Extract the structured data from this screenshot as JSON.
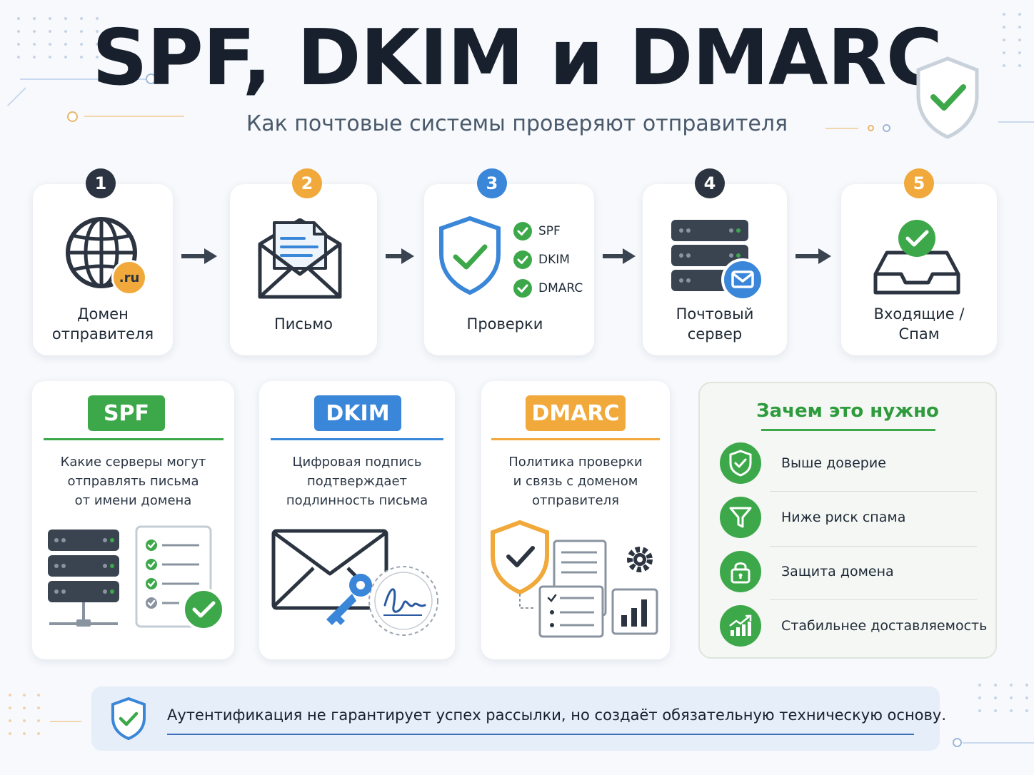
{
  "header": {
    "title": "SPF, DKIM и DMARC",
    "subtitle": "Как почтовые системы проверяют отправителя"
  },
  "steps": [
    {
      "number": "1",
      "label_line1": "Домен",
      "label_line2": "отправителя",
      "badge_text": ".ru",
      "badge_color": "#2b3440"
    },
    {
      "number": "2",
      "label_line1": "Письмо",
      "label_line2": "",
      "badge_color": "#f0a93a"
    },
    {
      "number": "3",
      "label_line1": "Проверки",
      "label_line2": "",
      "badge_color": "#3a86d8",
      "checks": [
        "SPF",
        "DKIM",
        "DMARC"
      ]
    },
    {
      "number": "4",
      "label_line1": "Почтовый",
      "label_line2": "сервер",
      "badge_color": "#2b3440"
    },
    {
      "number": "5",
      "label_line1": "Входящие /",
      "label_line2": "Спам",
      "badge_color": "#f0a93a"
    }
  ],
  "methods": [
    {
      "tag": "SPF",
      "color": "#3da84a",
      "lines": [
        "Какие серверы могут",
        "отправлять письма",
        "от имени домена"
      ]
    },
    {
      "tag": "DKIM",
      "color": "#3a86d8",
      "lines": [
        "Цифровая подпись",
        "подтверждает",
        "подлинность письма"
      ]
    },
    {
      "tag": "DMARC",
      "color": "#f0a93a",
      "lines": [
        "Политика проверки",
        "и связь с доменом",
        "отправителя"
      ]
    }
  ],
  "why": {
    "title": "Зачем это нужно",
    "items": [
      {
        "label": "Выше доверие",
        "icon": "shield-check-icon"
      },
      {
        "label": "Ниже риск спама",
        "icon": "filter-icon"
      },
      {
        "label": "Защита домена",
        "icon": "lock-icon"
      },
      {
        "label": "Стабильнее доставляемость",
        "icon": "growth-chart-icon"
      }
    ]
  },
  "note": {
    "text": "Аутентификация не гарантирует успех рассылки, но создаёт обязательную техническую основу."
  },
  "colors": {
    "green": "#3da84a",
    "blue": "#3a86d8",
    "orange": "#f0a93a",
    "dark": "#2b3440"
  }
}
